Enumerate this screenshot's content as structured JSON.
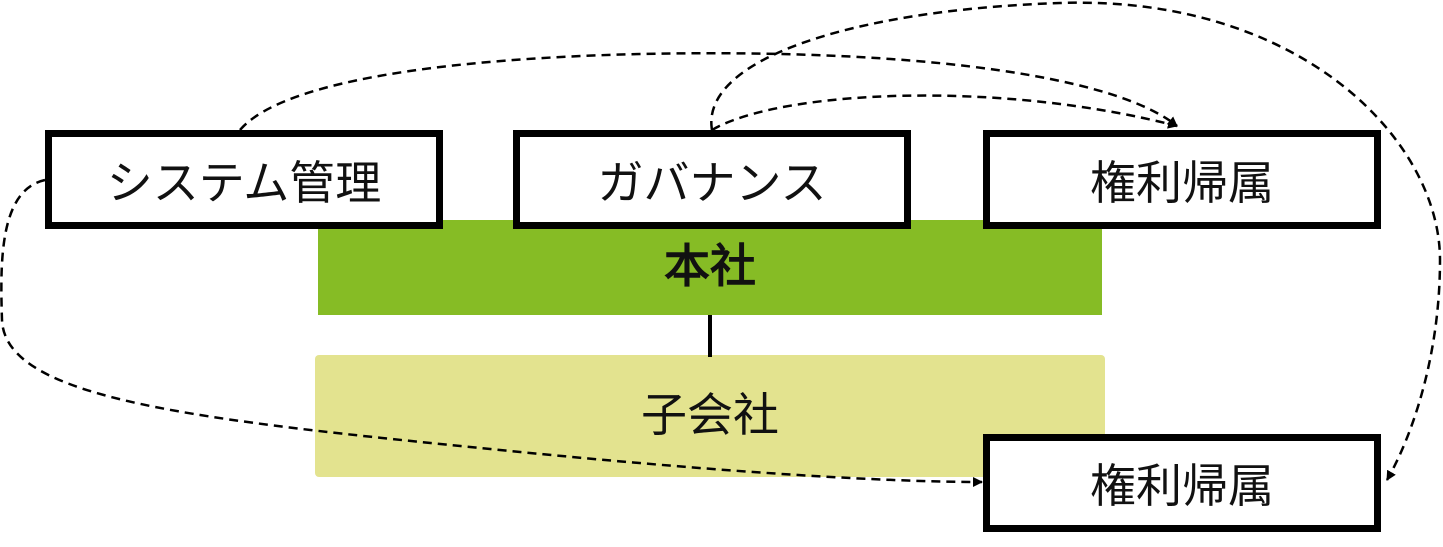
{
  "boxes": {
    "system_management": "システム管理",
    "governance": "ガバナンス",
    "rights_top": "権利帰属",
    "rights_bottom": "権利帰属"
  },
  "bands": {
    "headquarters": "本社",
    "subsidiary": "子会社"
  },
  "colors": {
    "headquarters": "#86bc25",
    "subsidiary": "#e3e38f",
    "border": "#000000"
  }
}
